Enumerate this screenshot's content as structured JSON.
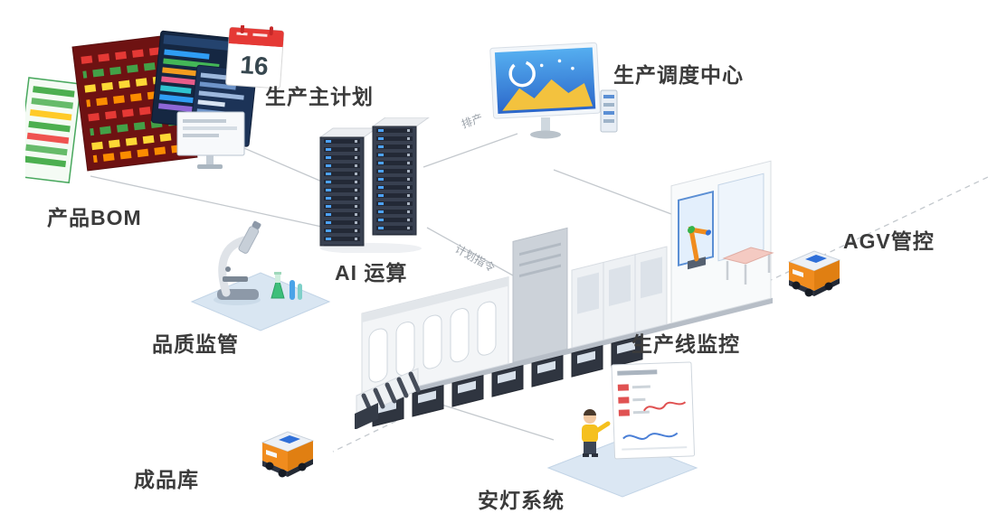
{
  "nodes": {
    "bom": {
      "label": "产品BOM"
    },
    "master_plan": {
      "label": "生产主计划"
    },
    "dispatch": {
      "label": "生产调度中心"
    },
    "ai": {
      "label": "AI 运算"
    },
    "agv": {
      "label": "AGV管控"
    },
    "quality": {
      "label": "品质监管"
    },
    "line_monitor": {
      "label": "生产线监控"
    },
    "warehouse": {
      "label": "成品库"
    },
    "andon": {
      "label": "安灯系统"
    }
  },
  "connector_labels": {
    "scheduling": "排产",
    "plan_order": "计划指令"
  },
  "calendar": {
    "day": "16"
  },
  "icons": {
    "bom": "screens-cluster-icon",
    "master_plan": "calendar-icon",
    "dispatch": "monitor-chart-icon",
    "ai": "server-racks-icon",
    "agv": "agv-robot-icon",
    "quality": "microscope-icon",
    "line_monitor": "production-line-icon",
    "warehouse": "agv-robot-icon",
    "andon": "andon-board-icon"
  },
  "colors": {
    "label_text": "#3b3b3b",
    "connector": "#c3c8cd",
    "accent_blue": "#2f6fd8",
    "accent_orange": "#f08c1e",
    "accent_green": "#37b34a",
    "accent_red": "#d6453d",
    "server_dark": "#384050",
    "platform_blue": "#d9e6f2",
    "screen_blue": "#152742"
  }
}
